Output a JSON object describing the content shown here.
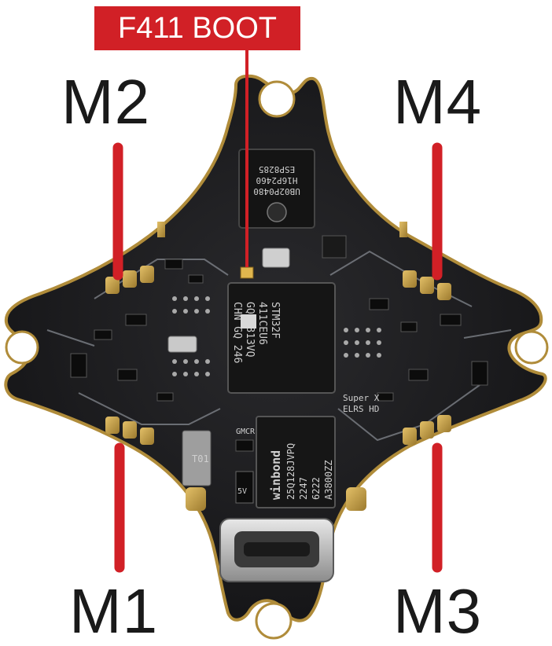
{
  "callout": {
    "text": "F411 BOOT"
  },
  "motors": {
    "m1": "M1",
    "m2": "M2",
    "m3": "M3",
    "m4": "M4"
  },
  "colors": {
    "accent": "#d12026",
    "board": "#1c1c1e",
    "gold": "#c9a24a"
  },
  "chips": {
    "mcu": [
      "STM32F",
      "411CEU6",
      "GQ2E813VQ",
      "CHN GQ 246"
    ],
    "flash": [
      "winbond",
      "25Q128JVPQ",
      "2247",
      "6222",
      "A3800ZZ"
    ],
    "rf": [
      "ESP8285",
      "H16P2460",
      "UB02P0480"
    ],
    "board_marks": [
      "Super X",
      "ELRS HD"
    ],
    "misc": [
      "T01",
      "5V",
      "GMCR"
    ]
  }
}
